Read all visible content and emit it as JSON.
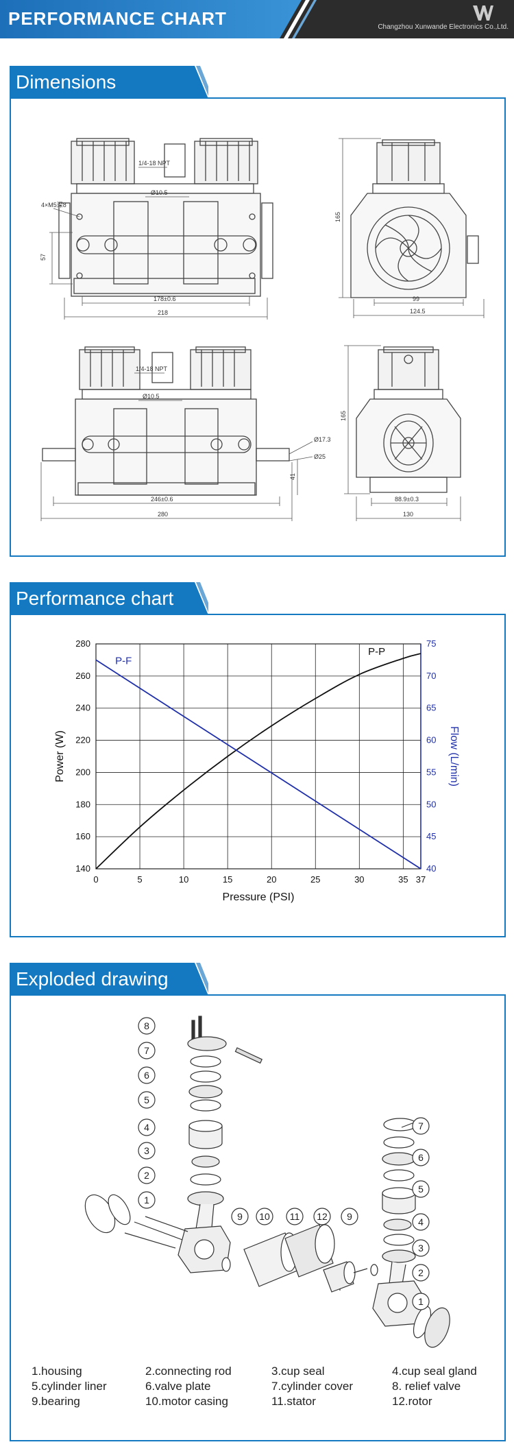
{
  "header": {
    "title": "PERFORMANCE CHART",
    "company": "Changzhou Xunwande Electronics Co.,Ltd."
  },
  "sections": {
    "dimensions": "Dimensions",
    "performance": "Performance chart",
    "exploded": "Exploded drawing"
  },
  "drawing1": {
    "npt": "1/4-18 NPT",
    "dia": "Ø10.5",
    "screw": "4×M5深8",
    "h57": "57",
    "w178": "178±0.6",
    "w218": "218",
    "h165": "165",
    "w99": "99",
    "w1245": "124.5"
  },
  "drawing2": {
    "npt": "1/4-18 NPT",
    "dia": "Ø10.5",
    "d173": "Ø17.3",
    "d25": "Ø25",
    "h41": "41",
    "w246": "246±0.6",
    "w280": "280",
    "h165": "165",
    "w889": "88.9±0.3",
    "w130": "130"
  },
  "chart_data": {
    "type": "line",
    "title": "",
    "xlabel": "Pressure (PSI)",
    "ylabel": "Power (W)",
    "y2label": "Flow (L/min)",
    "x_ticks": [
      0,
      5,
      10,
      15,
      20,
      25,
      30,
      35,
      37
    ],
    "xlim": [
      0,
      37
    ],
    "ylim": [
      140,
      280
    ],
    "y2lim": [
      40,
      75
    ],
    "y_ticks": [
      140,
      160,
      180,
      200,
      220,
      240,
      260,
      280
    ],
    "y2_ticks": [
      40,
      45,
      50,
      55,
      60,
      65,
      70,
      75
    ],
    "grid": true,
    "series": [
      {
        "name": "P-P",
        "axis": "left",
        "color": "#111111",
        "x": [
          0,
          5,
          10,
          15,
          20,
          25,
          30,
          35,
          37
        ],
        "y": [
          140,
          166,
          189,
          210,
          229,
          246,
          261,
          271,
          274
        ]
      },
      {
        "name": "P-F",
        "axis": "right",
        "color": "#1f2fa8",
        "x": [
          0,
          37
        ],
        "y": [
          72.5,
          40
        ]
      }
    ]
  },
  "parts": {
    "left_numbers": [
      "8",
      "7",
      "6",
      "5",
      "4",
      "3",
      "2",
      "1"
    ],
    "mid_numbers": [
      "9",
      "10",
      "11",
      "12",
      "9"
    ],
    "right_numbers": [
      "7",
      "6",
      "5",
      "4",
      "3",
      "2",
      "1"
    ]
  },
  "legend": [
    [
      "1.housing",
      "2.connecting rod",
      "3.cup seal",
      "4.cup seal gland"
    ],
    [
      "5.cylinder liner",
      "6.valve plate",
      "7.cylinder cover",
      "8. relief valve"
    ],
    [
      "9.bearing",
      "10.motor casing",
      "11.stator",
      "12.rotor"
    ]
  ]
}
